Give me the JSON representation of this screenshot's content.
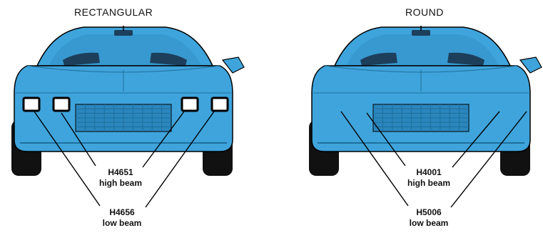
{
  "colors": {
    "body": "#3fa4dc",
    "body_dark": "#2a86bd",
    "shadow": "#1f6f9c",
    "glass": "#1d3f5b",
    "tire": "#111111",
    "lamp": "#ffffff",
    "line": "#000000"
  },
  "diagrams": [
    {
      "title": "RECTANGULAR",
      "lamp_shape": "rect",
      "labels": [
        {
          "part": "H4651",
          "desc": "high beam"
        },
        {
          "part": "H4656",
          "desc": "low beam"
        }
      ]
    },
    {
      "title": "ROUND",
      "lamp_shape": "circle",
      "labels": [
        {
          "part": "H4001",
          "desc": "high beam"
        },
        {
          "part": "H5006",
          "desc": "low beam"
        }
      ]
    }
  ]
}
